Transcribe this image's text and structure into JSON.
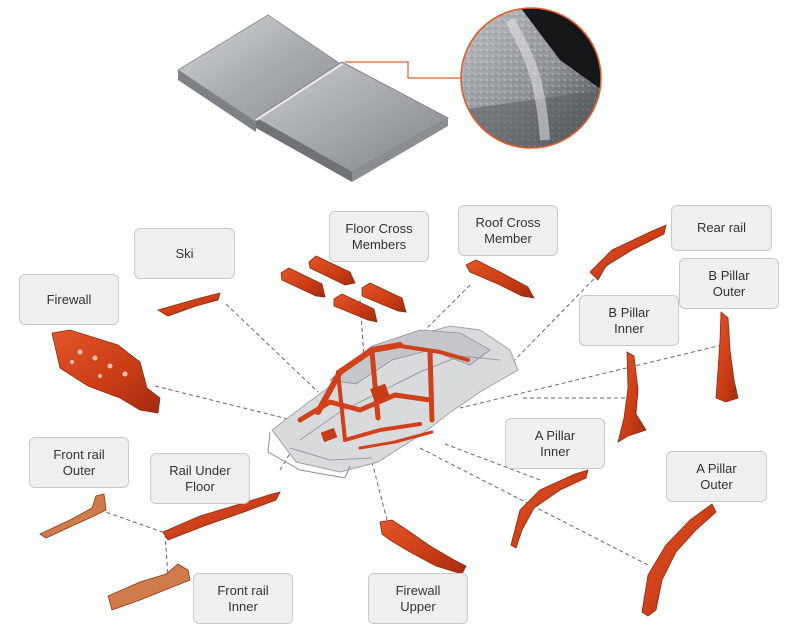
{
  "labels": {
    "ski": "Ski",
    "floor_cross_members": "Floor Cross\nMembers",
    "roof_cross_member": "Roof Cross\nMember",
    "rear_rail": "Rear rail",
    "firewall": "Firewall",
    "b_pillar_outer": "B Pillar\nOuter",
    "b_pillar_inner": "B Pillar\nInner",
    "a_pillar_inner": "A Pillar\nInner",
    "front_rail_outer": "Front rail\nOuter",
    "rail_under_floor": "Rail Under\nFloor",
    "a_pillar_outer": "A Pillar\nOuter",
    "front_rail_inner": "Front rail\nInner",
    "firewall_upper": "Firewall\nUpper"
  },
  "colors": {
    "part_red": "#d0401a",
    "part_red_dark": "#a82e10",
    "plate_silver": "#b4b7ba",
    "leader_line": "#666666",
    "zoom_callout": "#e25c2b"
  }
}
